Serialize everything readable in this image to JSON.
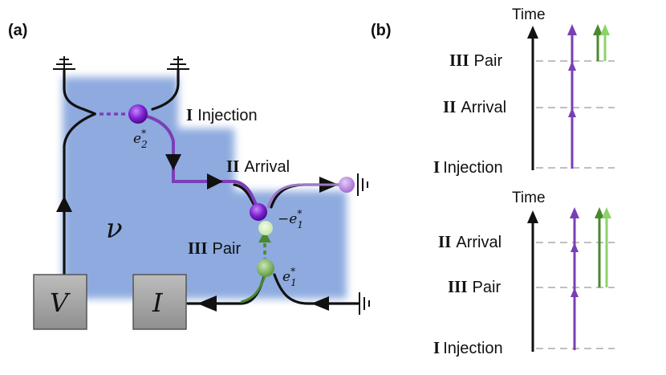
{
  "panels": {
    "a_label": "(a)",
    "b_label": "(b)"
  },
  "stages": {
    "injection": {
      "num": "I",
      "word": "Injection"
    },
    "arrival": {
      "num": "II",
      "word": "Arrival"
    },
    "pair": {
      "num": "III",
      "word": "Pair"
    }
  },
  "circuit": {
    "filling_symbol": "ν",
    "voltage_box": "V",
    "current_box": "I",
    "label_e2": "e",
    "label_e2_sub": "2",
    "label_e1_hole": "−e",
    "label_e1_sub": "1",
    "label_e1_particle": "e",
    "label_e1p_sub": "1",
    "star": "*"
  },
  "timelines": {
    "axis_label": "Time",
    "top_order": [
      "III Pair",
      "II Arrival",
      "I Injection"
    ],
    "bottom_order": [
      "II Arrival",
      "III Pair",
      "I Injection"
    ]
  },
  "colors": {
    "fluid": "#8eaadf",
    "purple": "#7a3fb5",
    "dark_green": "#4a8a2e",
    "light_green": "#8dd36a",
    "box_gray": "#a6a6a6",
    "dash_gray": "#aaaaaa"
  }
}
